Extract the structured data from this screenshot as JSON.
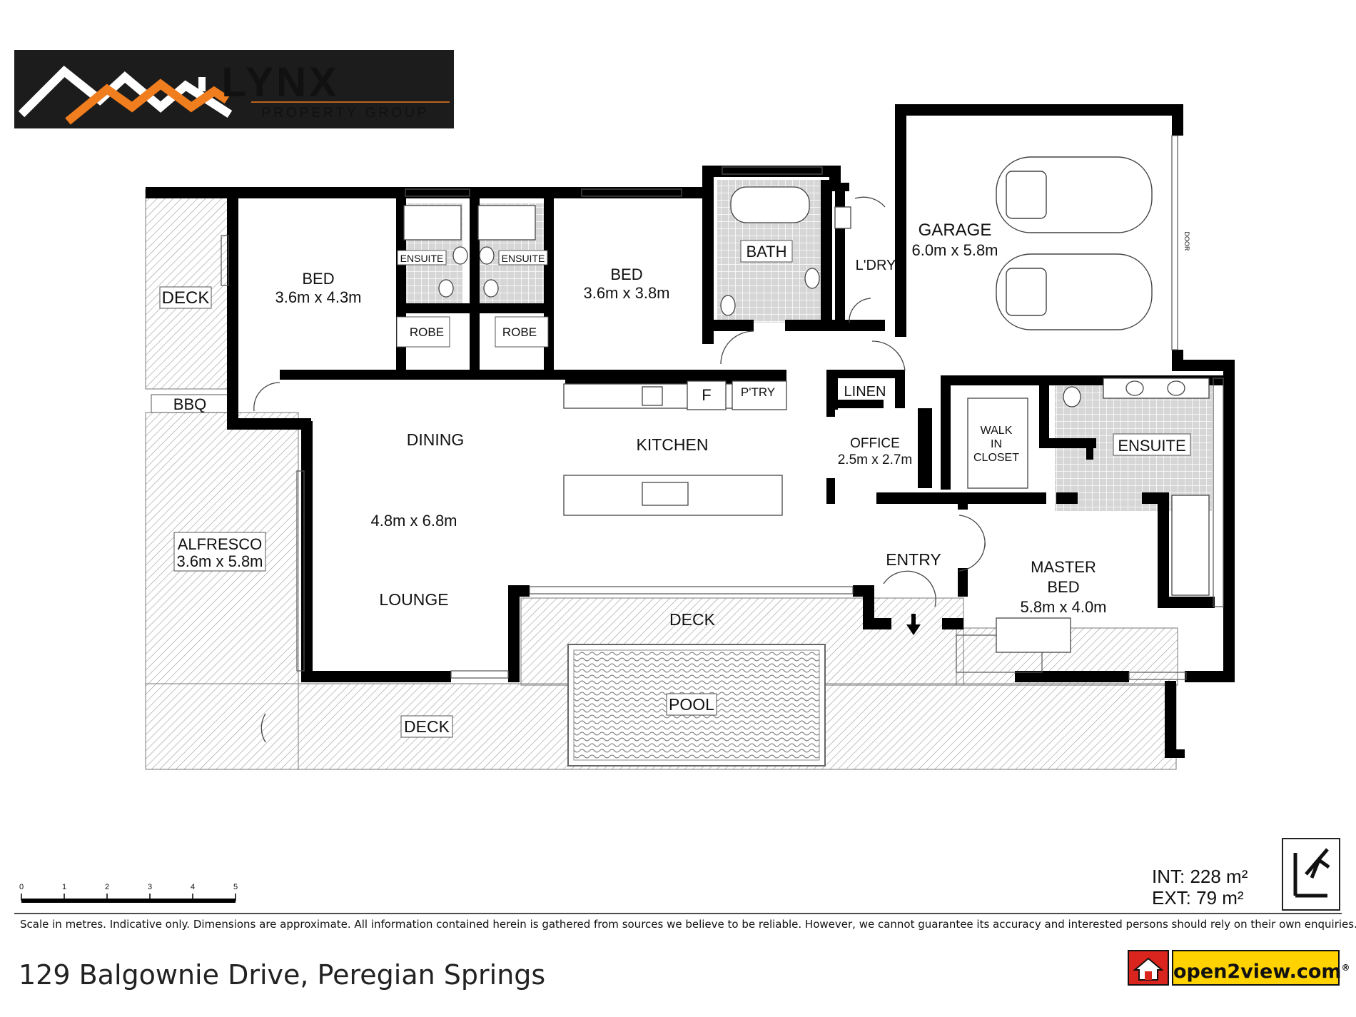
{
  "brand": {
    "name": "LYNX",
    "tagline": "PROPERTY GROUP",
    "accent_color": "#f07d1e",
    "bg_color": "#1c1c1c"
  },
  "rooms": {
    "deck_west": "DECK",
    "bbq": "BBQ",
    "alfresco": "ALFRESCO",
    "alfresco_dims": "3.6m x 5.8m",
    "bed1": "BED",
    "bed1_dims": "3.6m x 4.3m",
    "ensuite1": "ENSUITE",
    "ensuite2": "ENSUITE",
    "robe1": "ROBE",
    "robe2": "ROBE",
    "bed2": "BED",
    "bed2_dims": "3.6m x 3.8m",
    "bath": "BATH",
    "laundry": "L'DRY",
    "garage": "GARAGE",
    "garage_dims": "6.0m x 5.8m",
    "garage_door": "DOOR",
    "fridge": "F",
    "pantry": "P'TRY",
    "linen": "LINEN",
    "dining": "DINING",
    "kitchen": "KITCHEN",
    "living_dims": "4.8m x 6.8m",
    "lounge": "LOUNGE",
    "office": "OFFICE",
    "office_dims": "2.5m x 2.7m",
    "wic_1": "WALK",
    "wic_2": "IN",
    "wic_3": "CLOSET",
    "ensuite_master": "ENSUITE",
    "entry": "ENTRY",
    "master_1": "MASTER",
    "master_2": "BED",
    "master_dims": "5.8m x 4.0m",
    "deck_pool": "DECK",
    "pool": "POOL",
    "deck_south": "DECK"
  },
  "scale": {
    "ticks": [
      "0",
      "1",
      "2",
      "3",
      "4",
      "5"
    ],
    "unit": "metres"
  },
  "areas": {
    "internal": "INT: 228 m²",
    "external": "EXT: 79 m²"
  },
  "disclaimer": "Scale in metres. Indicative only. Dimensions are approximate. All information contained herein is gathered from sources we believe to be reliable. However, we cannot guarantee its accuracy and interested persons should rely on their own enquiries.",
  "address": "129 Balgownie Drive, Peregian Springs",
  "partner": {
    "name": "open2view.com",
    "mark": "®"
  },
  "colors": {
    "wall": "#000000",
    "tile": "#d8d8d8",
    "hatch": "#9a9a9a",
    "orange": "#f07d1e"
  }
}
